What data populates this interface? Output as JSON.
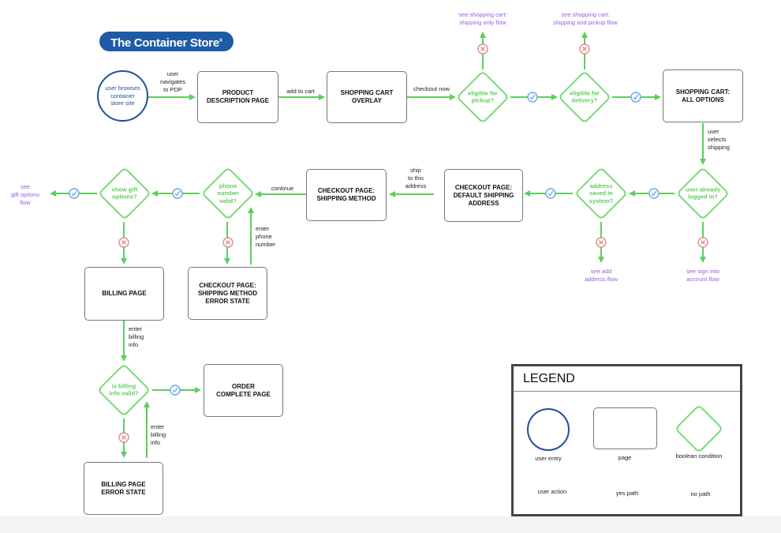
{
  "logo": {
    "text": "The Container Store",
    "mark": "®"
  },
  "entry": {
    "label": "user browses\ncontainer\nstore site"
  },
  "pages": {
    "pdp": "PRODUCT\nDESCRIPTION PAGE",
    "cart_overlay": "SHOPPING CART\nOVERLAY",
    "cart_all": "SHOPPING CART:\nALL OPTIONS",
    "checkout_default": "CHECKOUT PAGE:\nDEFAULT SHIPPING\nADDRESS",
    "checkout_method": "CHECKOUT PAGE:\nSHIPPING METHOD",
    "checkout_error": "CHECKOUT PAGE:\nSHIPPING METHOD\nERROR STATE",
    "billing": "BILLING PAGE",
    "billing_error": "BILLING PAGE\nERROR STATE",
    "order_complete": "ORDER\nCOMPLETE PAGE"
  },
  "conditions": {
    "pickup": "eligible for\npickup?",
    "delivery": "eligible for\ndelivery?",
    "logged_in": "user already\nlogged in?",
    "address_saved": "address\nsaved in\nsystem?",
    "phone_valid": "phone\nnumber\nvalid?",
    "gift_options": "show gift\noptions?",
    "billing_valid": "is billing\ninfo valid?"
  },
  "actions": {
    "navigate": "user\nnavigates\nto PDP",
    "add_to_cart": "add to cart",
    "checkout_now": "checkout now",
    "selects_shipping": "user\nselects\nshipping",
    "ship_to_address": "ship\nto this\naddress",
    "continue": "continue",
    "enter_phone": "enter\nphone\nnumber",
    "enter_billing": "enter\nbilling\ninfo",
    "enter_billing_retry": "enter\nbilling\ninfo"
  },
  "links": {
    "shipping_only": "see shopping cart:\nshipping only flow",
    "shipping_pickup": "see shopping cart:\nshipping and pickup flow",
    "sign_in": "see sign into\naccount flow",
    "add_address": "see add\naddress flow",
    "gift_options": "see\ngift options\nflow"
  },
  "legend": {
    "title": "LEGEND",
    "user_entry": "user entry",
    "page": "page",
    "boolean": "boolean condition",
    "user_action": "user action",
    "yes_path": "yes path",
    "no_path": "no path"
  },
  "colors": {
    "arrow": "#5ccf5c",
    "yes": "#6aa7e6",
    "no": "#e48a8a",
    "link": "#9b5de5",
    "entry": "#1f4f9a",
    "logo": "#1f5aa6"
  },
  "icons": {
    "yes": "check-icon",
    "no": "x-icon"
  }
}
